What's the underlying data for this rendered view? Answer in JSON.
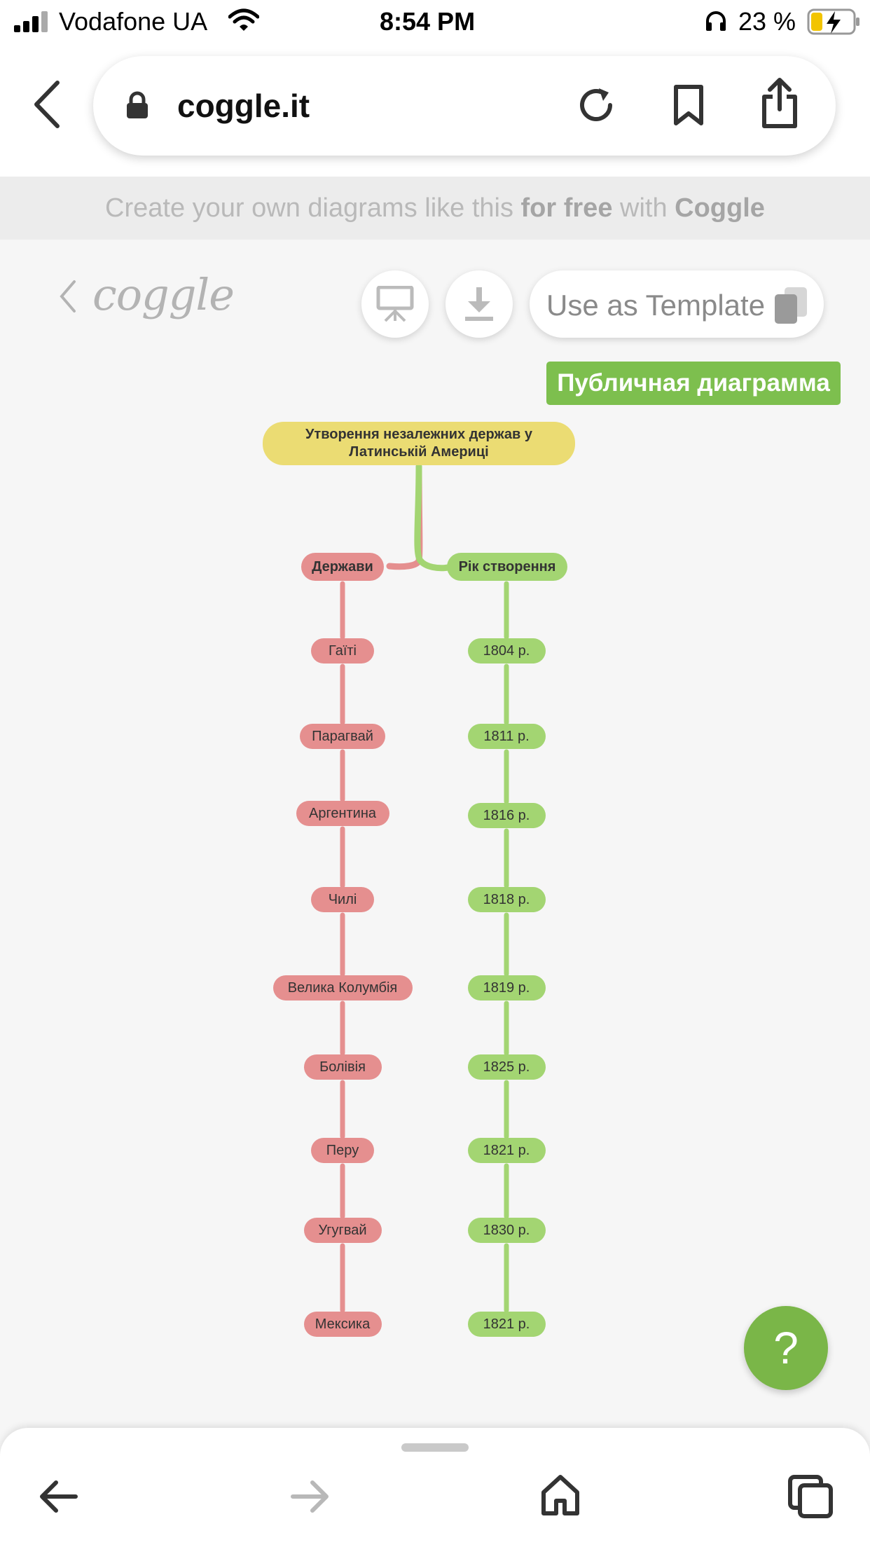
{
  "status_bar": {
    "carrier": "Vodafone UA",
    "time": "8:54 PM",
    "battery": "23 %"
  },
  "browser": {
    "url": "coggle.it"
  },
  "promo": {
    "part1": "Create your own diagrams like this ",
    "bold1": "for free",
    "part2": " with ",
    "bold2": "Coggle"
  },
  "toolbar": {
    "logo": "coggle",
    "template_label": "Use as Template",
    "public_badge": "Публичная диаграмма"
  },
  "diagram": {
    "root": "Утворення незалежних держав у Латинській Америці",
    "left_header": "Держави",
    "right_header": "Рік створення",
    "countries": [
      "Гаїті",
      "Парагвай",
      "Аргентина",
      "Чилі",
      "Велика Колумбія",
      "Болівія",
      "Перу",
      "Угугвай",
      "Мексика"
    ],
    "years": [
      "1804 р.",
      "1811 р.",
      "1816 р.",
      "1818 р.",
      "1819 р.",
      "1825 р.",
      "1821 р.",
      "1830 р.",
      "1821 р."
    ]
  },
  "help": {
    "label": "?"
  },
  "colors": {
    "red_branch": "#e58f8f",
    "green_branch": "#a3d572",
    "root": "#ebdc73",
    "badge": "#7dbf4e"
  }
}
